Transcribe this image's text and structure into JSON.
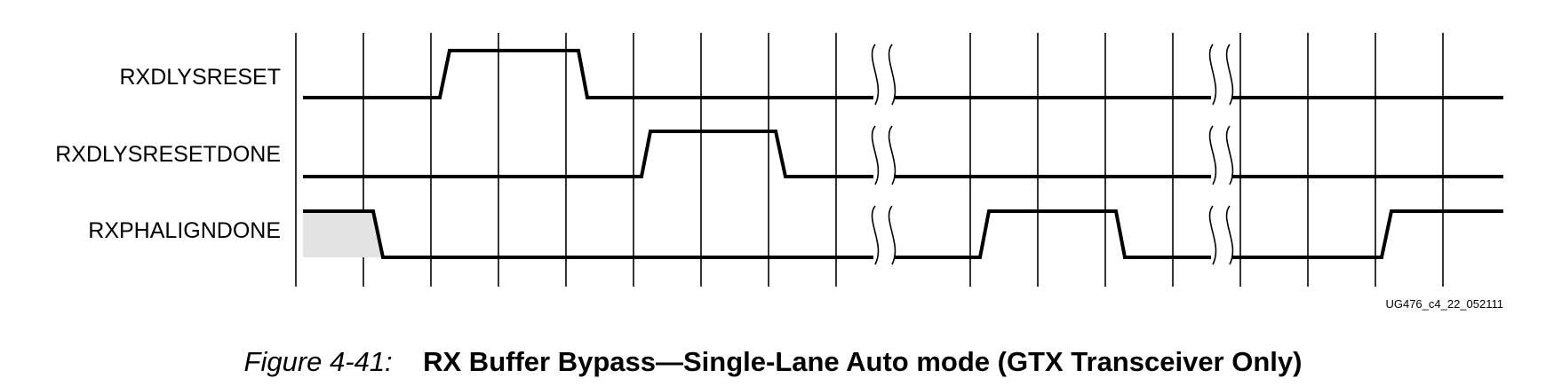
{
  "signals": [
    {
      "name": "RXDLYSRESET"
    },
    {
      "name": "RXDLYSRESETDONE"
    },
    {
      "name": "RXPHALIGNDONE"
    }
  ],
  "document_id": "UG476_c4_22_052111",
  "caption": {
    "number": "Figure 4-41:",
    "title": "RX Buffer Bypass—Single-Lane Auto mode (GTX Transceiver Only)"
  },
  "colors": {
    "line": "#000000",
    "unknown_state_fill": "#e3e3e3",
    "background": "#ffffff"
  }
}
